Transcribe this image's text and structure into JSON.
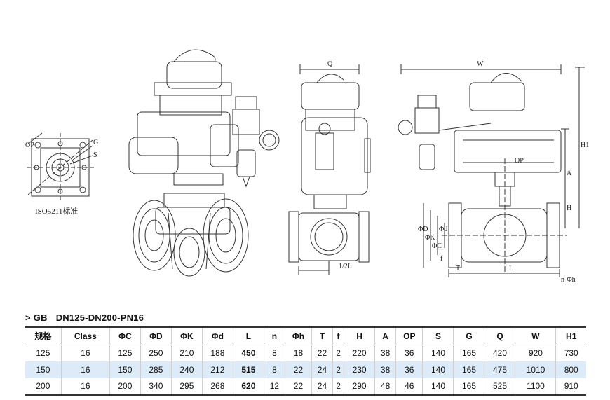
{
  "drawing": {
    "flange_standard_label": "ISO5211标准",
    "labels": {
      "op": "OP",
      "g": "G",
      "s": "S",
      "q": "Q",
      "w": "W",
      "h1": "H1",
      "half_l": "1/2L",
      "a": "A",
      "h": "H",
      "phi_d": "ΦD",
      "phi_k": "ΦK",
      "phi_c": "ΦC",
      "phi_d_small": "Φd",
      "f": "f",
      "t": "T",
      "l": "L",
      "n_phi_h": "n-Φh"
    }
  },
  "section": {
    "arrow": ">",
    "standard": "GB",
    "spec": "DN125-DN200-PN16"
  },
  "table": {
    "headers": [
      "规格",
      "Class",
      "ΦC",
      "ΦD",
      "ΦK",
      "Φd",
      "L",
      "n",
      "Φh",
      "T",
      "f",
      "H",
      "A",
      "OP",
      "S",
      "G",
      "Q",
      "W",
      "H1"
    ],
    "rows": [
      [
        "125",
        "16",
        "125",
        "250",
        "210",
        "188",
        "450",
        "8",
        "18",
        "22",
        "2",
        "220",
        "38",
        "36",
        "140",
        "165",
        "420",
        "920",
        "730"
      ],
      [
        "150",
        "16",
        "150",
        "285",
        "240",
        "212",
        "515",
        "8",
        "22",
        "24",
        "2",
        "230",
        "38",
        "36",
        "140",
        "165",
        "475",
        "1010",
        "800"
      ],
      [
        "200",
        "16",
        "200",
        "340",
        "295",
        "268",
        "620",
        "12",
        "22",
        "24",
        "2",
        "290",
        "48",
        "46",
        "140",
        "165",
        "525",
        "1100",
        "910"
      ]
    ]
  }
}
